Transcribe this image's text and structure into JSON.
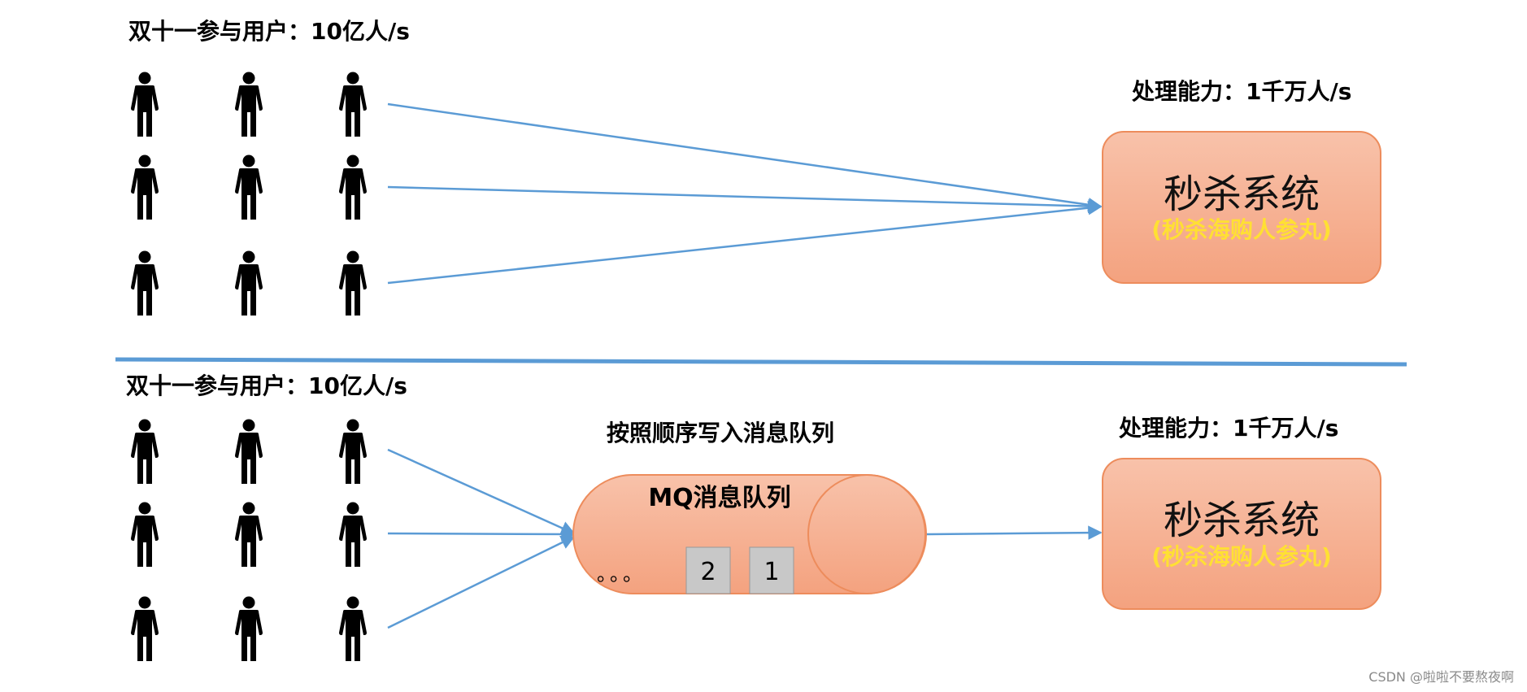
{
  "colors": {
    "arrow": "#5b9bd5",
    "divider": "#5b9bd5",
    "box_fill_top": "#f8c2aa",
    "box_fill_bottom": "#f4a27f",
    "box_stroke": "#ed8c5c",
    "subtitle": "#ffe033",
    "person": "#000000",
    "queue_item_fill": "#c8c8c8",
    "queue_item_stroke": "#999999"
  },
  "icons": {
    "user": "person-icon"
  },
  "top": {
    "users_label": "双十一参与用户：10亿人/s",
    "capacity_label": "处理能力：1千万人/s",
    "system": {
      "title": "秒杀系统",
      "subtitle": "(秒杀海购人参丸)"
    }
  },
  "bottom": {
    "users_label": "双十一参与用户：10亿人/s",
    "write_label": "按照顺序写入消息队列",
    "queue": {
      "title": "MQ消息队列",
      "ellipsis": "。。。",
      "items": [
        "2",
        "1"
      ]
    },
    "capacity_label": "处理能力：1千万人/s",
    "system": {
      "title": "秒杀系统",
      "subtitle": "(秒杀海购人参丸)"
    }
  },
  "watermark": "CSDN @啦啦不要熬夜啊"
}
